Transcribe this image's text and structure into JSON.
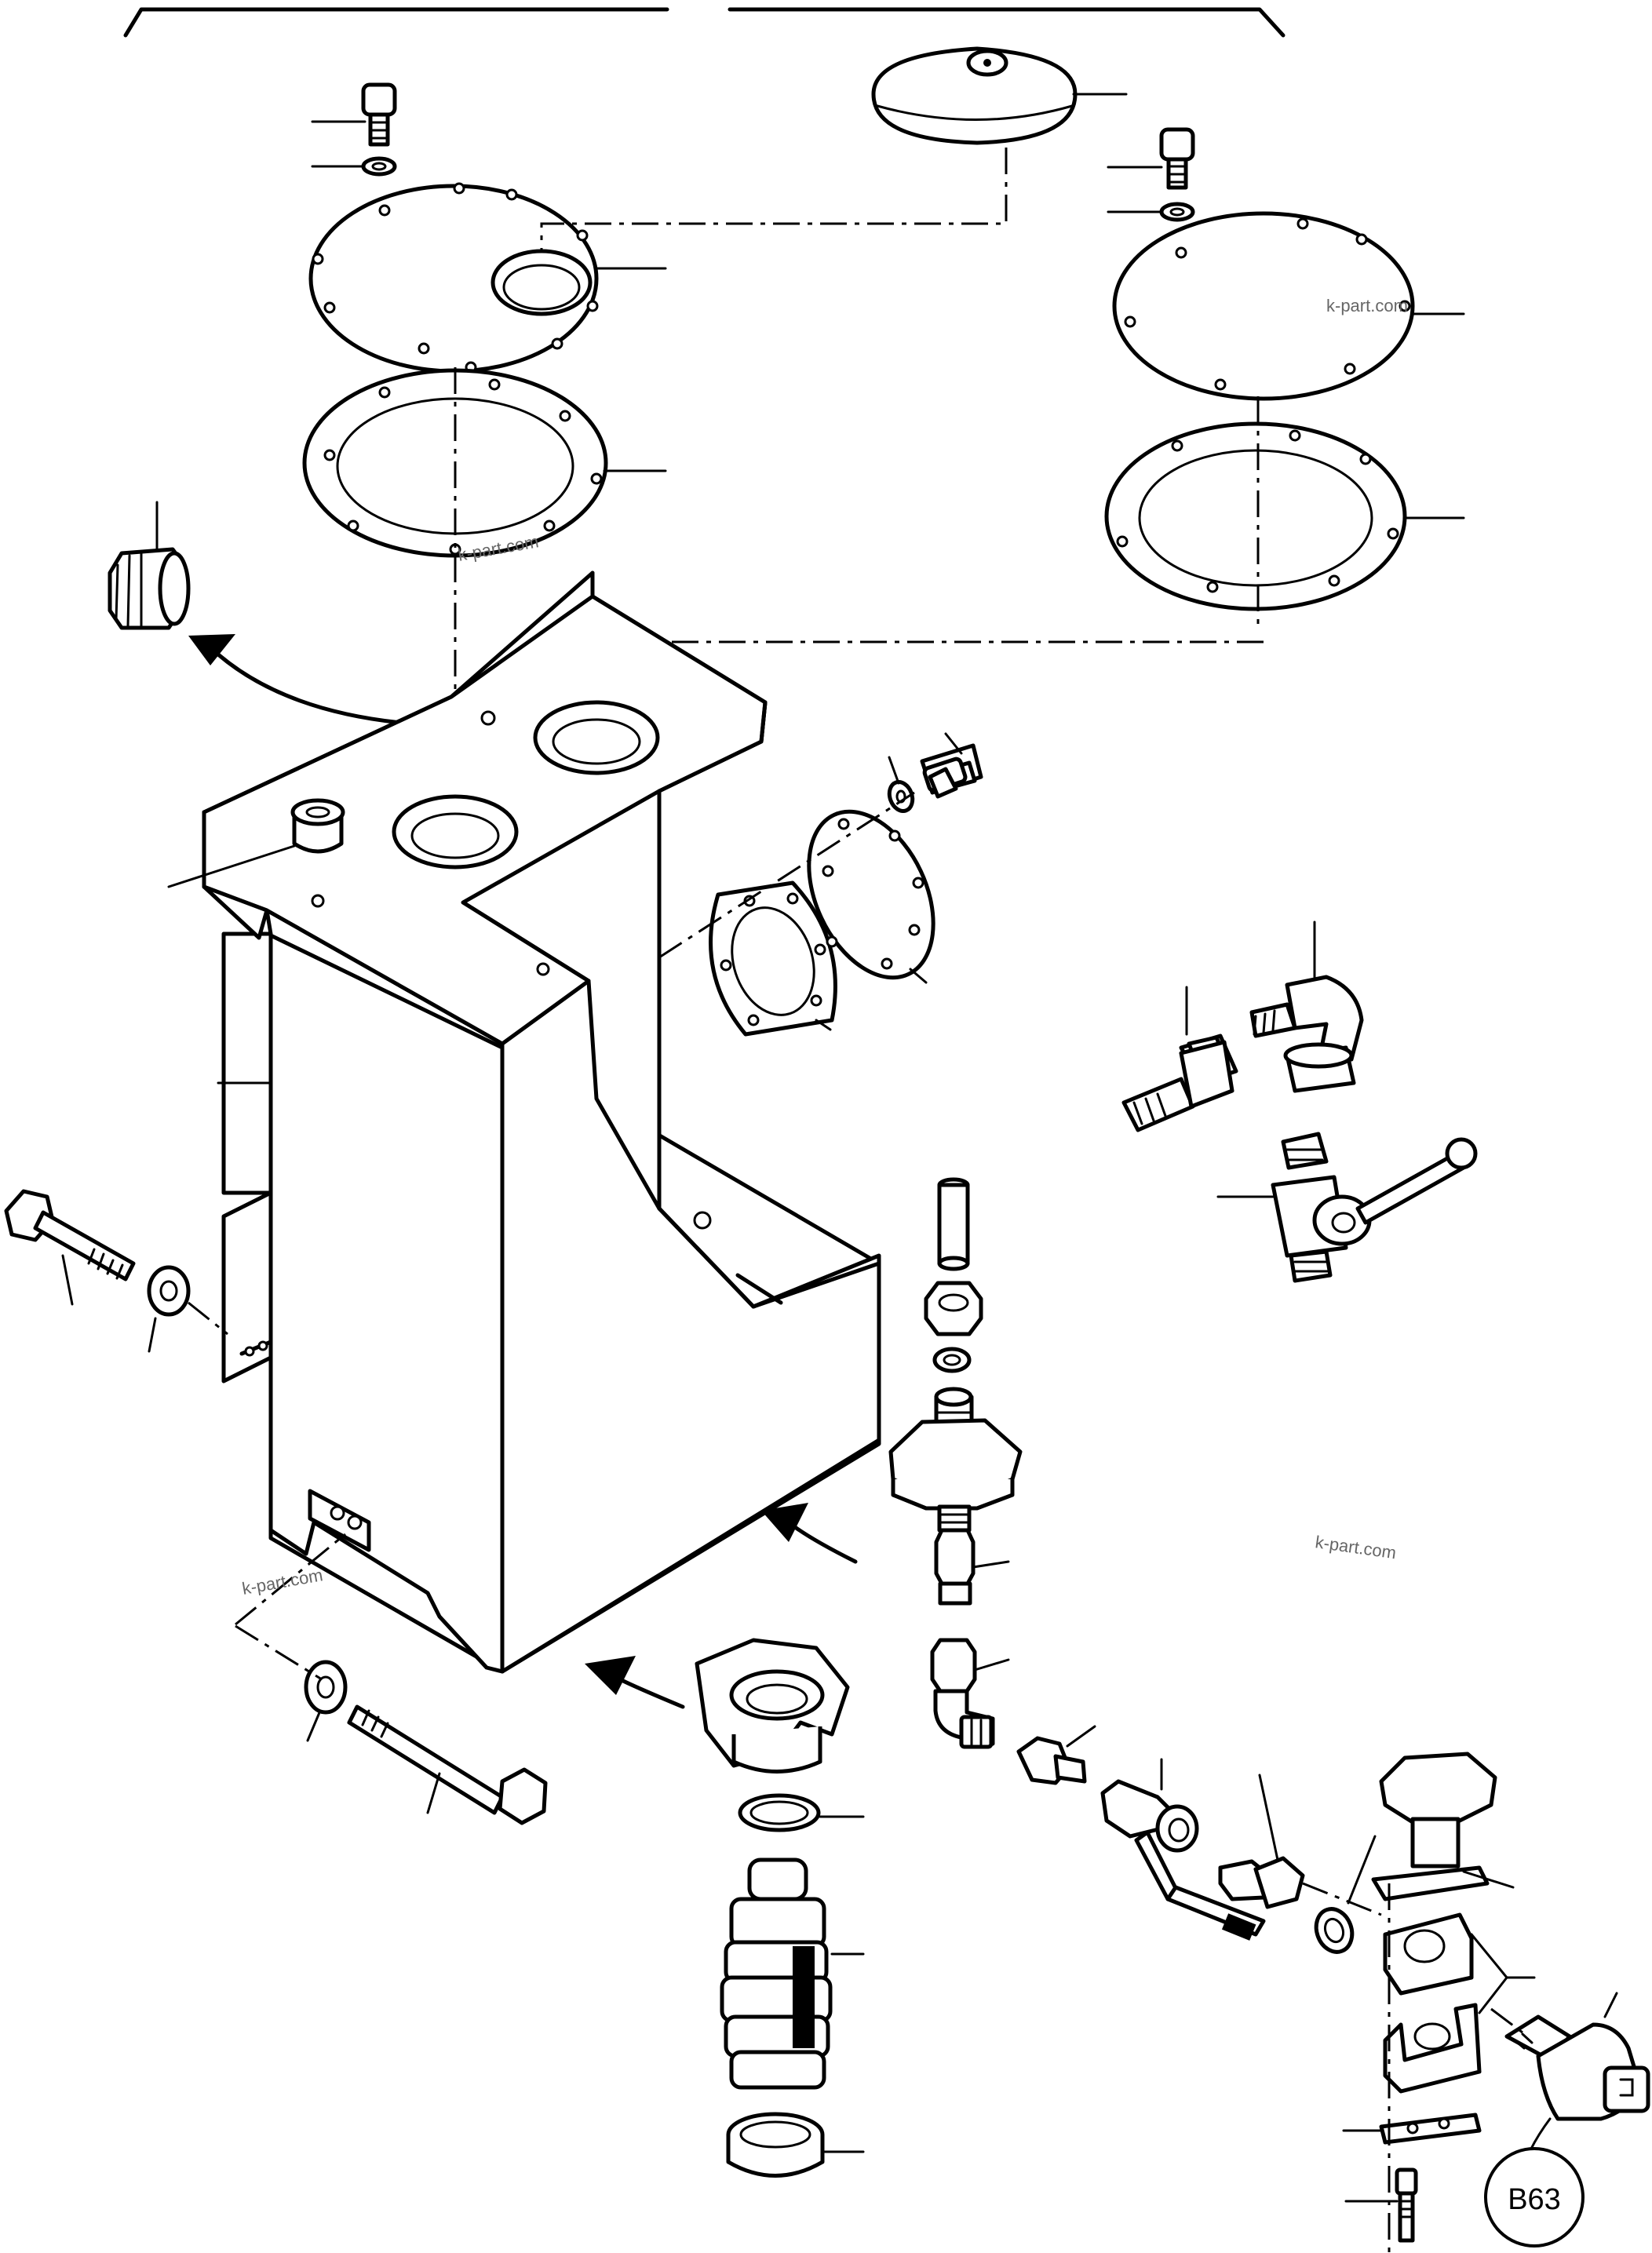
{
  "watermarks": [
    "k-part.com",
    "k-part.com",
    "k-part.com",
    "k-part.com"
  ],
  "callout": {
    "label": "B63"
  }
}
